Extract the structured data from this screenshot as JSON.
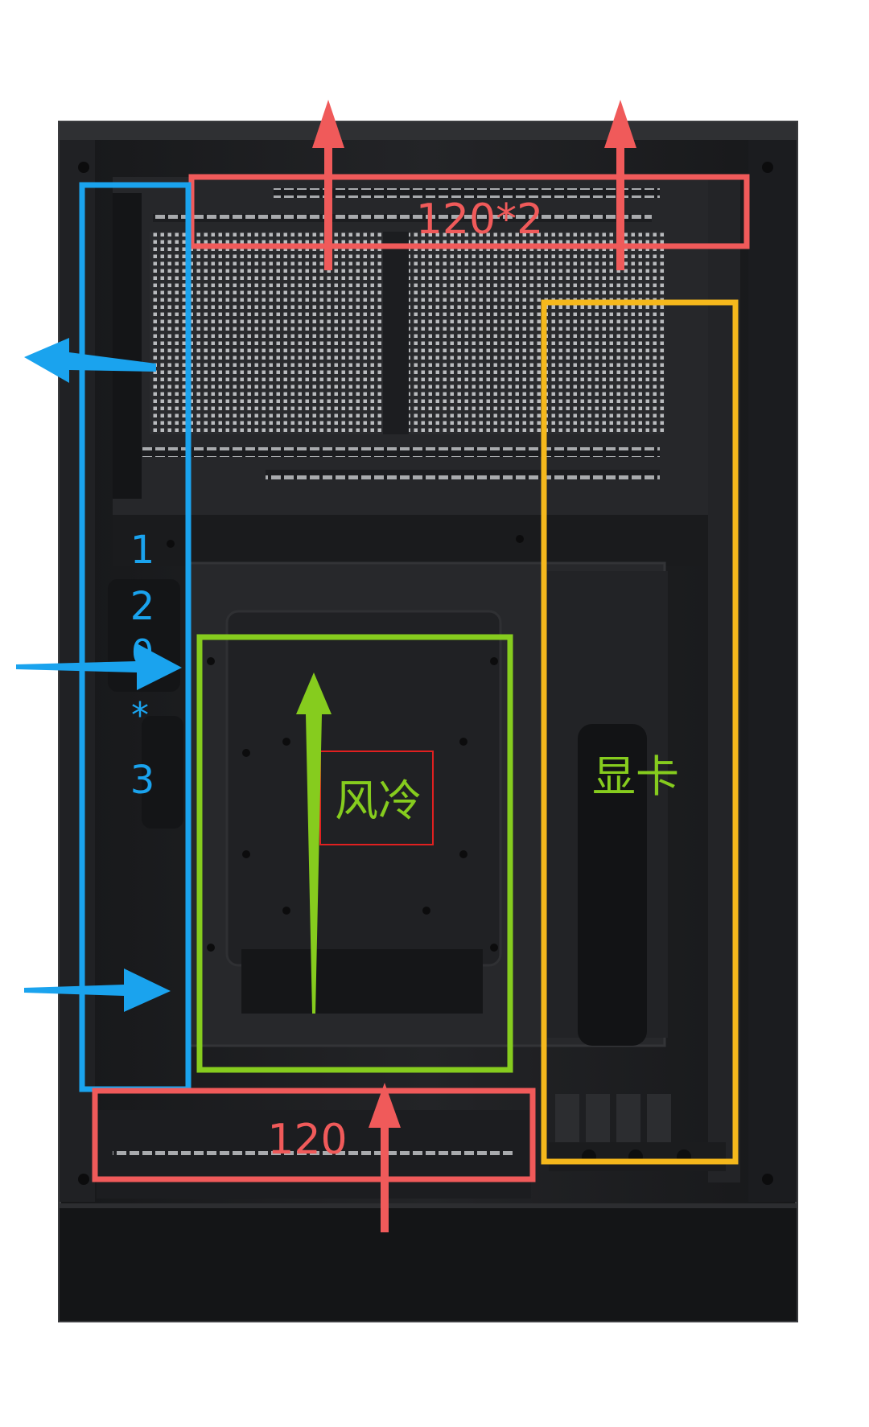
{
  "labels": {
    "top_fans": "120*2",
    "side_fans_digits": [
      "1",
      "2",
      "3"
    ],
    "side_fans_digit_hidden": "0",
    "side_fans_star": "*",
    "air_cooling": "风冷",
    "gpu": "显卡",
    "bottom_fan": "120"
  },
  "colors": {
    "red": "#f05a5a",
    "blue": "#1aa3ee",
    "green": "#86cc1e",
    "yellow": "#f5b81c",
    "case_dark": "#1e1f21",
    "case_frame": "#2e2f32",
    "mesh": "#bfc1c4"
  }
}
